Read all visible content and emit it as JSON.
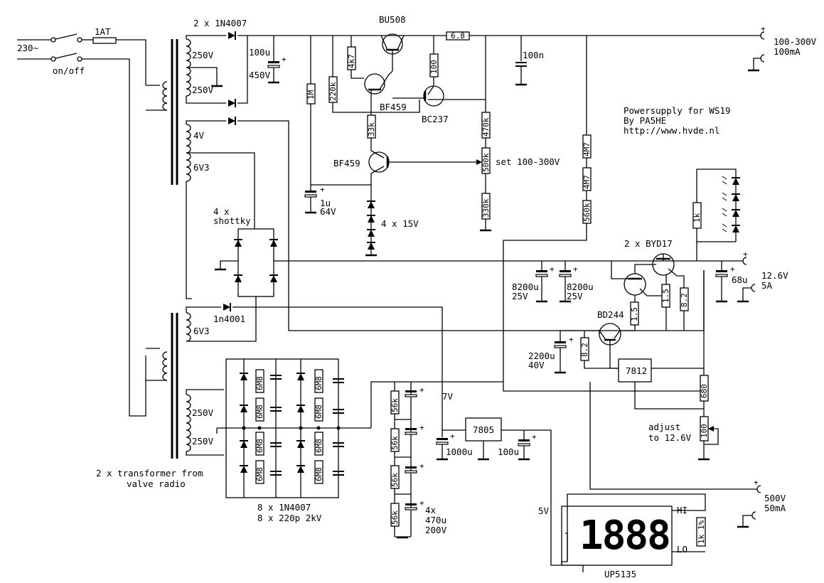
{
  "title": {
    "line1": "Powersupply for WS19",
    "line2": "By PA5HE",
    "line3": "http://www.hvde.nl"
  },
  "mains": {
    "voltage": "230~",
    "fuse": "1AT",
    "switch": "on/off"
  },
  "transformer": {
    "upper_diodes": "2 x 1N4007",
    "sec1": "250V",
    "sec2": "250V",
    "sec_4v": "4V",
    "sec_6v3": "6V3",
    "lower_6v3": "6V3",
    "lower_sec1": "250V",
    "lower_sec2": "250V",
    "caption1": "2 x transformer from",
    "caption2": "valve radio",
    "diode_1n4001": "1n4001"
  },
  "hv_regulator": {
    "cap1": "100u",
    "cap1_v": "450V",
    "bu508": "BU508",
    "r_4k7": "4k7",
    "r_220k": "220k",
    "r_100": "100",
    "r_6_8": "6.8",
    "r_1m": "1M",
    "bf459_top": "BF459",
    "bc237": "BC237",
    "r_33k": "33k",
    "bf459_mid": "BF459",
    "cap_1u": "1u",
    "cap_1u_v": "64V",
    "zeners": "4 x 15V",
    "r_470k": "470k",
    "pot_500k": "500k",
    "set_label": "set 100-300V",
    "r_330k": "330k",
    "cap_100n": "100n",
    "out_label": "100-300V",
    "out_current": "100mA"
  },
  "lv_regulator": {
    "r_4m7a": "4M7",
    "r_4m7b": "4M7",
    "r_560k": "560k",
    "schottky1": "4 x",
    "schottky2": "shottky",
    "byd17": "2 x BYD17",
    "r_1k": "1k",
    "cap_8200a": "8200u",
    "cap_8200a_v": "25V",
    "cap_8200b": "8200u",
    "cap_8200b_v": "25V",
    "cap_68u": "68u",
    "out_v": "12.6V",
    "out_a": "5A",
    "r_1_5a": "1.5",
    "r_1_5b": "1.5",
    "r_8_2a": "8.2",
    "r_8_2b": "8.2",
    "bd244": "BD244",
    "cap_2200": "2200u",
    "cap_2200_v": "40V",
    "reg_7812": "7812",
    "r_680": "680",
    "pot_100": "100",
    "adjust1": "adjust",
    "adjust2": "to 12.6V"
  },
  "multiplier": {
    "r_6m8": "6M8",
    "diodes": "8 x 1N4007",
    "caps": "8 x 220p 2kV",
    "r_56k": "56k",
    "caps_label1": "4x",
    "caps_label2": "470u",
    "caps_label3": "200V",
    "v7": "7V",
    "reg_7805": "7805",
    "cap_1000u": "1000u",
    "cap_100u": "100u",
    "v5": "5V",
    "out_v": "500V",
    "out_ma": "50mA"
  },
  "meter": {
    "digits": "1888",
    "hi": "HI",
    "lo": "LO",
    "r_1k": "1k 1%",
    "name": "UP5135"
  }
}
